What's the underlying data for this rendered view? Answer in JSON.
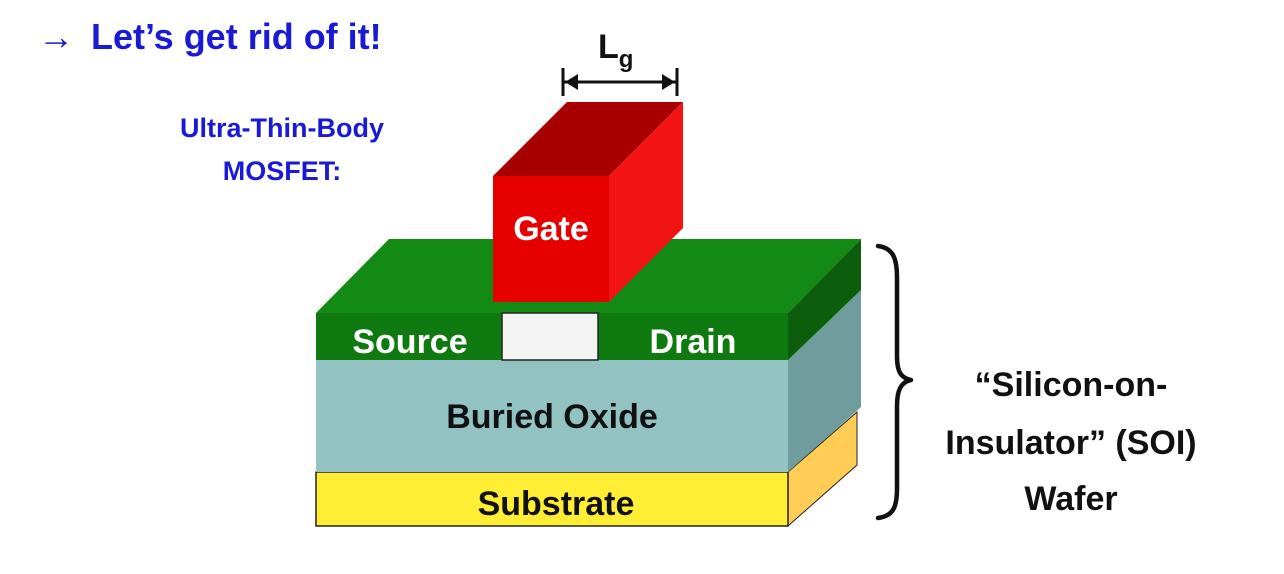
{
  "header": {
    "arrow_glyph": "→",
    "text": "Let’s get rid of it!"
  },
  "device_caption": {
    "line1": "Ultra-Thin-Body",
    "line2": "MOSFET:"
  },
  "dimension": {
    "main": "L",
    "subscript": "g"
  },
  "layers": {
    "gate": "Gate",
    "source": "Source",
    "drain": "Drain",
    "buried_oxide": "Buried Oxide",
    "substrate": "Substrate"
  },
  "wafer_label": {
    "line1": "“Silicon-on-",
    "line2": "Insulator” (SOI)",
    "line3": "Wafer"
  },
  "colors": {
    "title_blue": "#1a1ad6",
    "gate_front": "#e60000",
    "gate_top": "#a80000",
    "gate_side": "#f21313",
    "silicon_front": "#0f7a0f",
    "silicon_top": "#138a13",
    "silicon_side": "#0c5e0c",
    "oxide_front": "#93c2c2",
    "oxide_side": "#6f9c9c",
    "substrate_front": "#ffee33",
    "substrate_side": "#ffcc55",
    "channel": "#f4f4f4"
  }
}
